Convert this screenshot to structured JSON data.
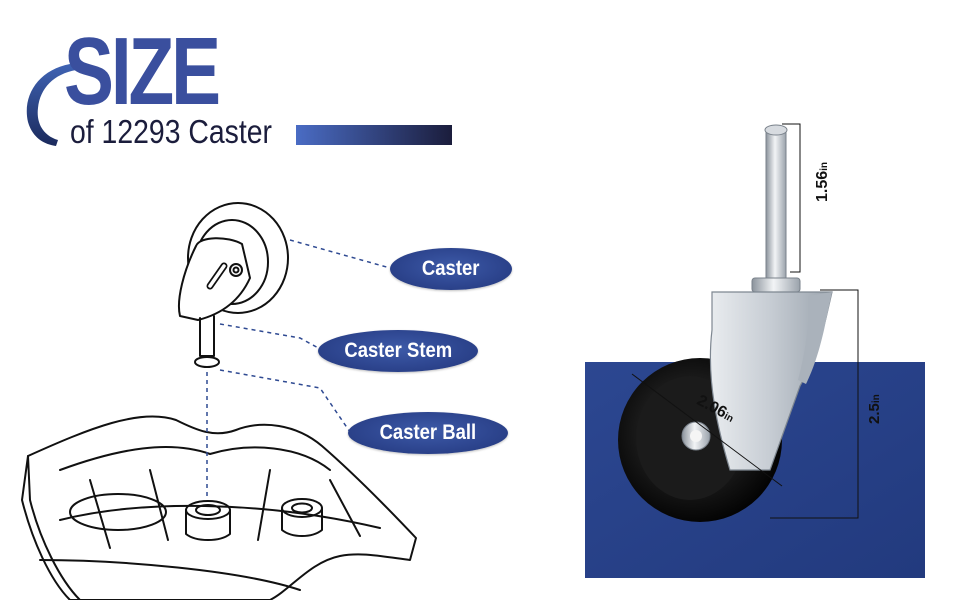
{
  "heading": {
    "title": "SIZE",
    "subtitle": "of 12293 Caster"
  },
  "callouts": {
    "caster": "Caster",
    "caster_stem": "Caster Stem",
    "caster_ball": "Caster Ball"
  },
  "dimensions": {
    "stem_height": "1.56",
    "stem_unit": "in",
    "wheel_diameter": "2.06",
    "wheel_unit": "in",
    "total_height": "2.5",
    "total_unit": "in"
  },
  "colors": {
    "brand_blue": "#3a4f9e",
    "navy": "#1b1d3c",
    "panel_blue": "#2f4a92"
  },
  "icons": {
    "swoosh": "arc-swoosh-icon"
  }
}
